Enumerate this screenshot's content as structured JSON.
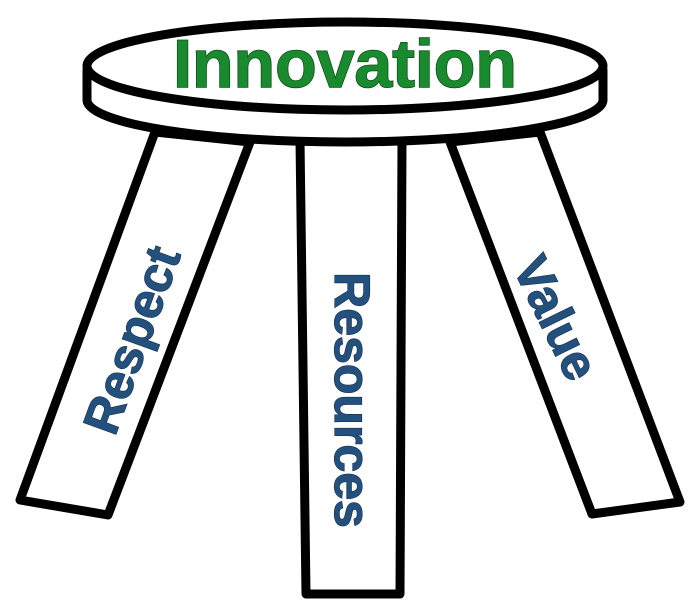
{
  "seat": {
    "label": "Innovation",
    "label_color": "#1a8a2e"
  },
  "legs": [
    {
      "label": "Respect",
      "label_color": "#24507e"
    },
    {
      "label": "Resources",
      "label_color": "#24507e"
    },
    {
      "label": "Value",
      "label_color": "#24507e"
    }
  ],
  "outline_color": "#000000"
}
